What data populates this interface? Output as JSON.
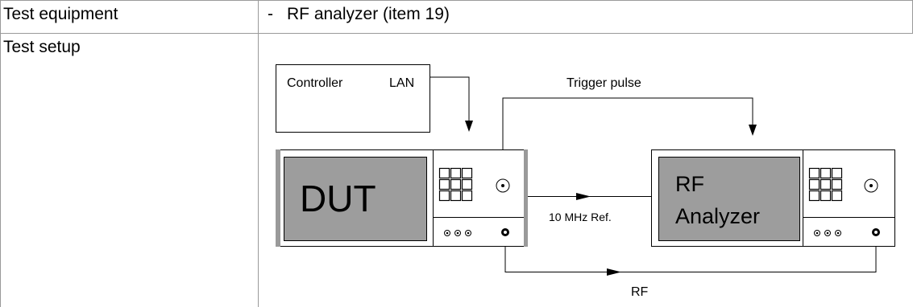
{
  "table": {
    "rows": [
      {
        "label": "Test equipment",
        "value_dash": "-",
        "value": "RF analyzer (item 19)"
      },
      {
        "label": "Test setup"
      }
    ]
  },
  "diagram": {
    "controller": {
      "label": "Controller",
      "port": "LAN"
    },
    "dut_label": "DUT",
    "analyzer_label_line1": "RF",
    "analyzer_label_line2": "Analyzer",
    "trigger_label": "Trigger pulse",
    "ref_label": "10 MHz Ref.",
    "rf_label": "RF"
  }
}
